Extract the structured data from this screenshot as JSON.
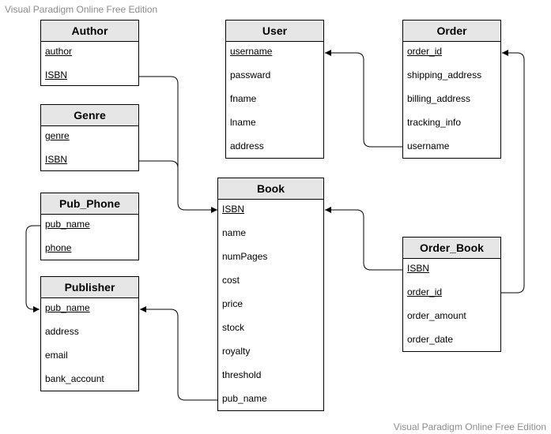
{
  "watermark": {
    "top": "Visual Paradigm Online Free Edition",
    "bottom": "Visual Paradigm Online Free Edition"
  },
  "entities": {
    "author": {
      "title": "Author",
      "attributes": [
        "author",
        "ISBN"
      ]
    },
    "genre": {
      "title": "Genre",
      "attributes": [
        "genre",
        "ISBN"
      ]
    },
    "pub_phone": {
      "title": "Pub_Phone",
      "attributes": [
        "pub_name",
        "phone"
      ]
    },
    "publisher": {
      "title": "Publisher",
      "attributes": [
        "pub_name",
        "address",
        "email",
        "bank_account"
      ]
    },
    "user": {
      "title": "User",
      "attributes": [
        "username",
        "passward",
        "fname",
        "lname",
        "address"
      ]
    },
    "book": {
      "title": "Book",
      "attributes": [
        "ISBN",
        "name",
        "numPages",
        "cost",
        "price",
        "stock",
        "royalty",
        "threshold",
        "pub_name"
      ]
    },
    "order": {
      "title": "Order",
      "attributes": [
        "order_id",
        "shipping_address",
        "billing_address",
        "tracking_info",
        "username"
      ]
    },
    "order_book": {
      "title": "Order_Book",
      "attributes": [
        "ISBN",
        "order_id",
        "order_amount",
        "order_date"
      ]
    }
  }
}
